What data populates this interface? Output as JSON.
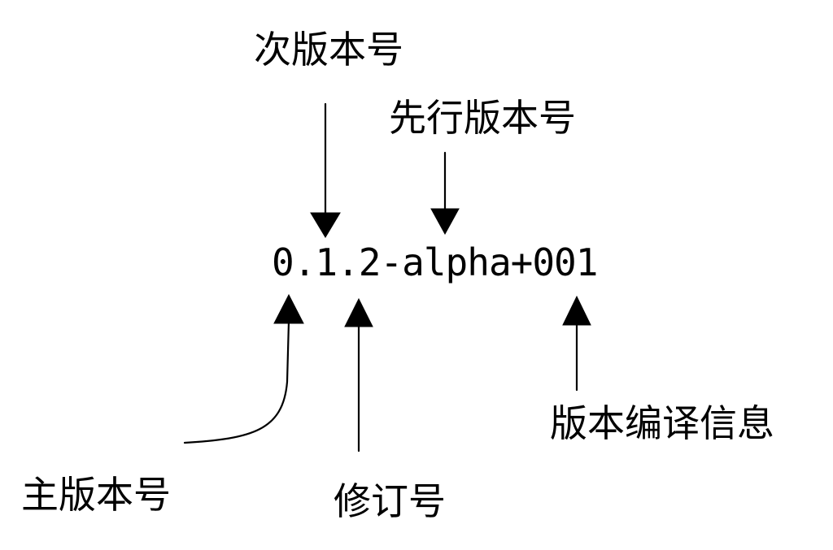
{
  "diagram": {
    "version_string": "0.1.2-alpha+001",
    "labels": {
      "minor": "次版本号",
      "prerelease": "先行版本号",
      "major": "主版本号",
      "patch": "修订号",
      "build": "版本编译信息"
    }
  }
}
